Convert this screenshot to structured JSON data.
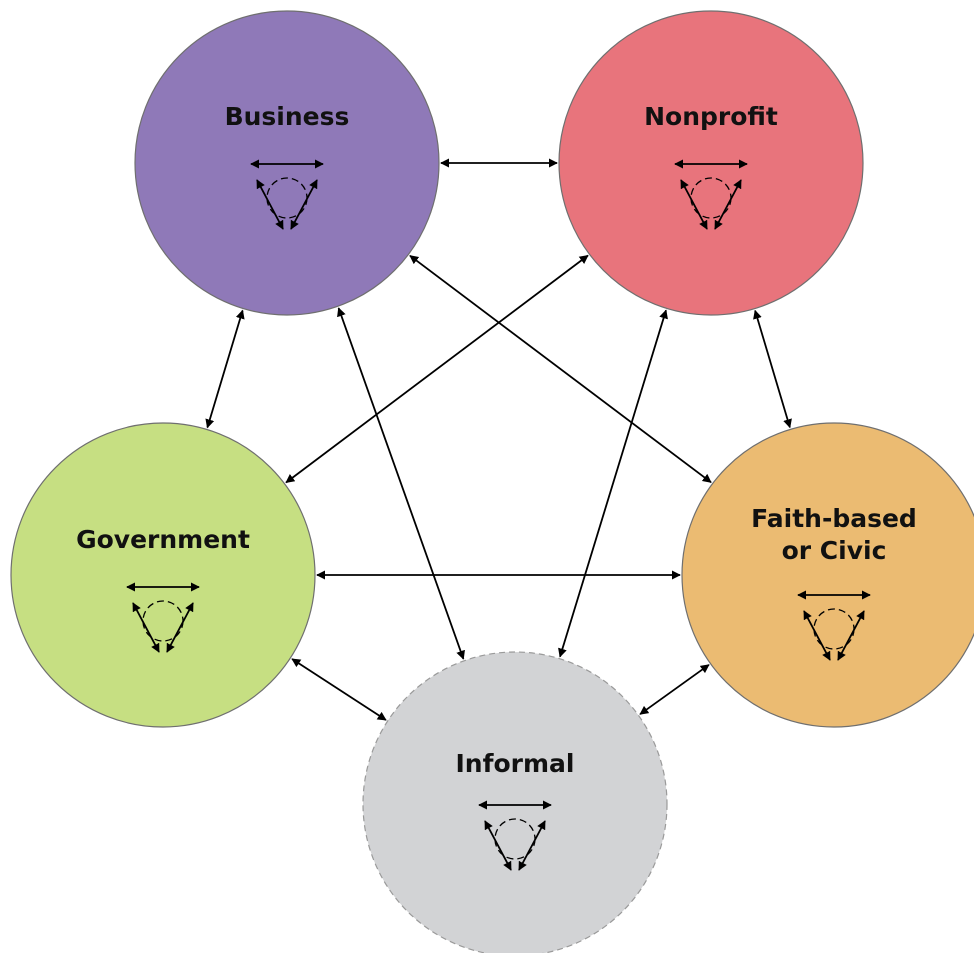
{
  "diagram": {
    "nodes": [
      {
        "id": "business",
        "label_lines": [
          "Business"
        ],
        "color": "#8f79b8",
        "border": "solid"
      },
      {
        "id": "nonprofit",
        "label_lines": [
          "Nonprofit"
        ],
        "color": "#e8747c",
        "border": "solid"
      },
      {
        "id": "government",
        "label_lines": [
          "Government"
        ],
        "color": "#c6df82",
        "border": "solid"
      },
      {
        "id": "faith",
        "label_lines": [
          "Faith-based",
          "or Civic"
        ],
        "color": "#ebbb72",
        "border": "solid"
      },
      {
        "id": "informal",
        "label_lines": [
          "Informal"
        ],
        "color": "#d2d3d5",
        "border": "dashed"
      }
    ],
    "edges": [
      {
        "from": "business",
        "to": "nonprofit",
        "type": "bidirectional"
      },
      {
        "from": "business",
        "to": "government",
        "type": "bidirectional"
      },
      {
        "from": "business",
        "to": "faith",
        "type": "bidirectional"
      },
      {
        "from": "business",
        "to": "informal",
        "type": "bidirectional"
      },
      {
        "from": "nonprofit",
        "to": "government",
        "type": "bidirectional"
      },
      {
        "from": "nonprofit",
        "to": "faith",
        "type": "bidirectional"
      },
      {
        "from": "nonprofit",
        "to": "informal",
        "type": "bidirectional"
      },
      {
        "from": "government",
        "to": "faith",
        "type": "bidirectional"
      },
      {
        "from": "government",
        "to": "informal",
        "type": "bidirectional"
      },
      {
        "from": "faith",
        "to": "informal",
        "type": "bidirectional"
      }
    ],
    "internal_icon": "triangle-of-bidirectional-arrows-around-dashed-circle-icon"
  }
}
